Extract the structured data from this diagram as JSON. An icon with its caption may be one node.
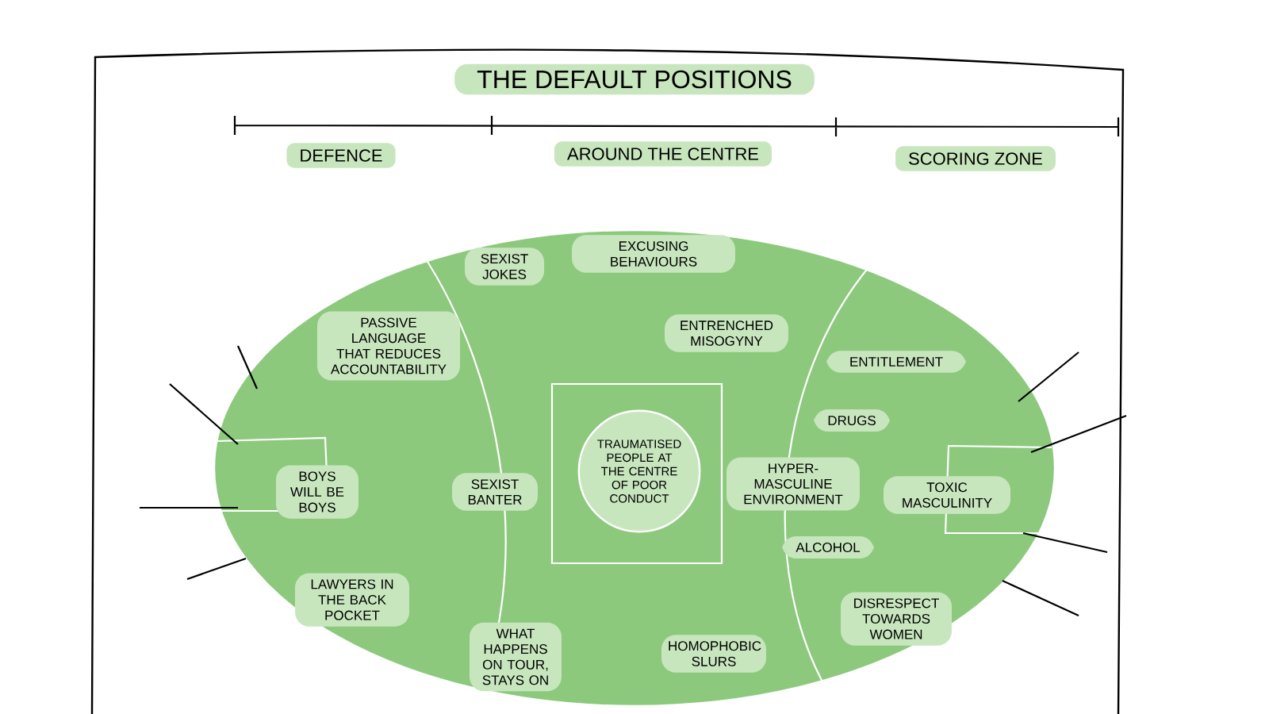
{
  "diagram": {
    "title": "THE DEFAULT POSITIONS",
    "nodes": [
      {
        "text": [
          "DEFENCE"
        ]
      },
      {
        "text": [
          "AROUND THE CENTRE"
        ]
      },
      {
        "text": [
          "SCORING ZONE"
        ]
      },
      {
        "text": [],
        "shape": "oval"
      },
      {
        "text": [
          "SEXIST JOKES"
        ],
        "in": 3
      },
      {
        "text": [
          "EXCUSING BEHAVIOURS"
        ],
        "in": 3
      },
      {
        "text": [
          "PASSIVE LANGUAGE THAT REDUCES ACCOUNTABILITY"
        ],
        "in": 3
      },
      {
        "text": [
          "ENTRENCHED MISOGYNY"
        ],
        "in": 3
      },
      {
        "text": [
          "BOYS WILL BE BOYS"
        ],
        "in": 3
      },
      {
        "text": [
          "SEXIST BANTER"
        ],
        "in": 3
      },
      {
        "text": [
          "TRAUMATISED PEOPLE AT THE CENTRE OF POOR CONDUCT"
        ],
        "in": 3
      },
      {
        "text": [
          "HYPER-MASCULINE ENVIRONMENT"
        ],
        "in": 3
      },
      {
        "text": [
          "ENTITLEMENT"
        ],
        "in": 3
      },
      {
        "text": [
          "DRUGS"
        ],
        "in": 3
      },
      {
        "text": [
          "TOXIC MASCULINITY"
        ],
        "in": 3
      },
      {
        "text": [
          "ALCOHOL"
        ],
        "in": 3
      },
      {
        "text": [
          "LAWYERS IN THE BACK POCKET"
        ],
        "in": 3
      },
      {
        "text": [
          "DISRESPECT TOWARDS WOMEN"
        ],
        "in": 3
      },
      {
        "text": [
          "WHAT HAPPENS ON TOUR, STAYS ON"
        ],
        "in": 3
      },
      {
        "text": [
          "HOMOPHOBIC SLURS"
        ],
        "in": 3
      }
    ]
  }
}
